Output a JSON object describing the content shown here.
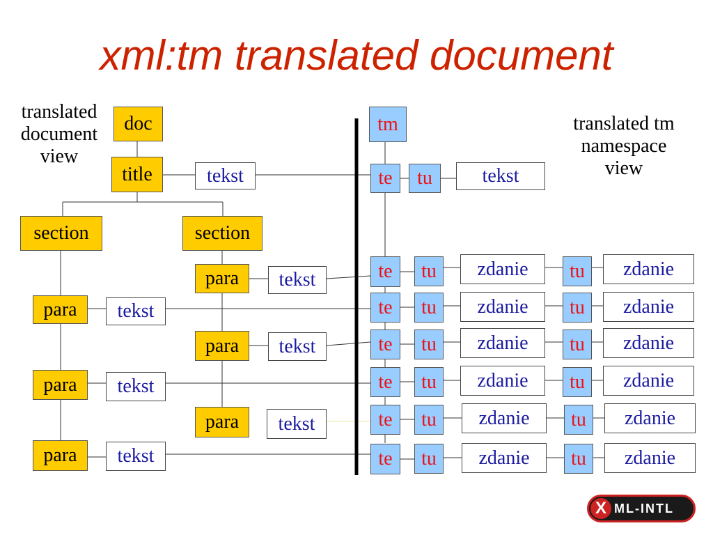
{
  "title": "xml:tm translated document",
  "left_caption": {
    "l1": "translated",
    "l2": "document",
    "l3": "view"
  },
  "right_caption": {
    "l1": "translated tm",
    "l2": "namespace",
    "l3": "view"
  },
  "doc_tree": {
    "doc": "doc",
    "title": "title",
    "section": "section",
    "para": "para",
    "tekst": "tekst"
  },
  "tm_tree": {
    "tm": "tm",
    "te": "te",
    "tu": "tu",
    "tekst": "tekst",
    "zdanie": "zdanie"
  },
  "logo": {
    "mark": "X",
    "text": "ML-INTL"
  },
  "colors": {
    "element": "#ffcc00",
    "tm_element": "#99ccff",
    "title": "#cc2200",
    "tm_label": "#ee1111",
    "tekst_label": "#1a1aa0"
  }
}
